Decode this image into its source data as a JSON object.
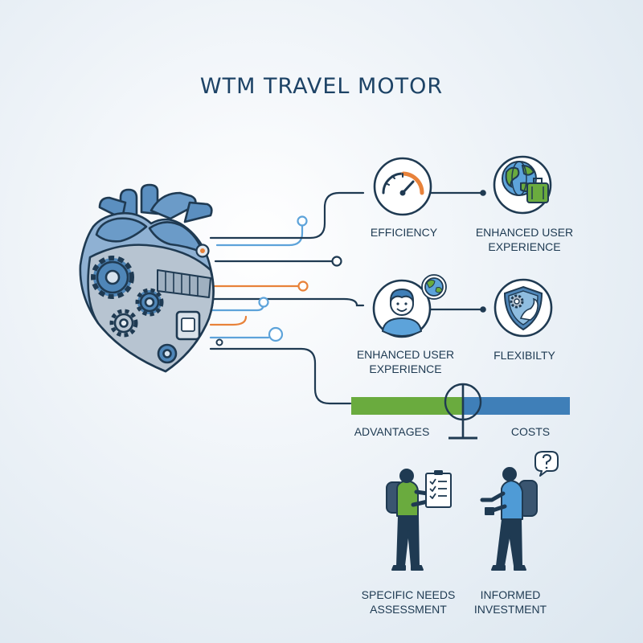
{
  "title": "WTM TRAVEL MOTOR",
  "features": [
    {
      "label": "EFFICIENCY",
      "icon": "gauge-icon"
    },
    {
      "label": "ENHANCED USER EXPERIENCE",
      "icon": "globe-luggage-icon"
    },
    {
      "label": "ENHANCED USER EXPERIENCE",
      "icon": "smiling-user-globe-icon"
    },
    {
      "label": "FLEXIBILTY",
      "icon": "shield-gear-icon"
    }
  ],
  "balance": {
    "left": "ADVANTAGES",
    "right": "COSTS"
  },
  "people": [
    {
      "label": "SPECIFIC NEEDS ASSESSMENT",
      "icon": "clipboard-checklist-icon"
    },
    {
      "label": "INFORMED INVESTMENT",
      "icon": "question-bubble-icon"
    }
  ],
  "colors": {
    "navy": "#1f3a52",
    "blue": "#4f86b8",
    "light_blue": "#5da3da",
    "green": "#6aab3e",
    "orange": "#e8823a",
    "bar_blue": "#3f7fb8"
  }
}
